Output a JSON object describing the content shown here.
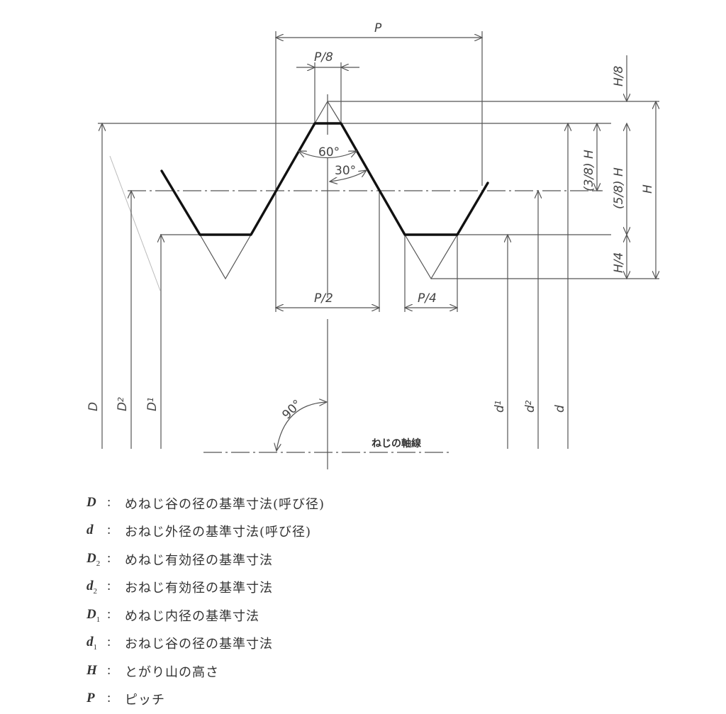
{
  "diagram": {
    "title": "ISO metric screw thread basic profile",
    "labels": {
      "pitch": "P",
      "pitch_eighth": "P/8",
      "pitch_half": "P/2",
      "pitch_quarter": "P/4",
      "angle_60": "60°",
      "angle_30": "30°",
      "angle_90": "90°",
      "axis_label": "ねじの軸線",
      "h_eighth": "H/8",
      "h_three_eighths": "(3/8) H",
      "h_five_eighths": "(5/8) H",
      "h_full": "H",
      "h_quarter": "H/4",
      "D": "D",
      "D2": "D",
      "D2_sub": "2",
      "D1": "D",
      "D1_sub": "1",
      "d1": "d",
      "d1_sub": "1",
      "d2": "d",
      "d2_sub": "2",
      "d": "d"
    }
  },
  "legend": [
    {
      "symbol": "D",
      "sub": "",
      "description": "めねじ谷の径の基準寸法(呼び径)"
    },
    {
      "symbol": "d",
      "sub": "",
      "description": "おねじ外径の基準寸法(呼び径)"
    },
    {
      "symbol": "D",
      "sub": "2",
      "description": "めねじ有効径の基準寸法"
    },
    {
      "symbol": "d",
      "sub": "2",
      "description": "おねじ有効径の基準寸法"
    },
    {
      "symbol": "D",
      "sub": "1",
      "description": "めねじ内径の基準寸法"
    },
    {
      "symbol": "d",
      "sub": "1",
      "description": "おねじ谷の径の基準寸法"
    },
    {
      "symbol": "H",
      "sub": "",
      "description": "とがり山の高さ"
    },
    {
      "symbol": "P",
      "sub": "",
      "description": "ピッチ"
    }
  ],
  "colors": {
    "line": "#555555",
    "profile": "#111111",
    "text": "#333333",
    "background": "#ffffff"
  }
}
